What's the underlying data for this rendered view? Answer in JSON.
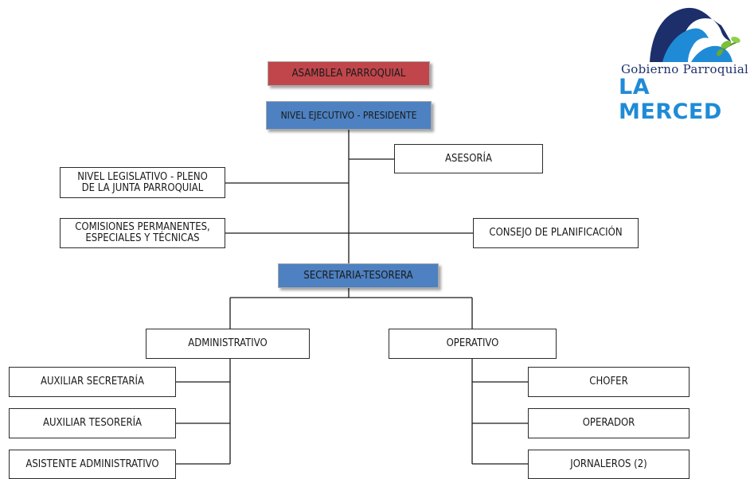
{
  "logo": {
    "line1": "Gobierno Parroquial",
    "line2": "LA MERCED",
    "colors": {
      "navy": "#1c2f6b",
      "blue": "#1f8bd6",
      "green": "#7bbf3a"
    }
  },
  "colors": {
    "assembly": "#c0464b",
    "executive": "#4d81c1",
    "line": "#1a1a1a"
  },
  "nodes": {
    "asamblea": "ASAMBLEA PARROQUIAL",
    "ejecutivo": "NIVEL EJECUTIVO - PRESIDENTE",
    "asesoria": "ASESORÍA",
    "legislativo": "NIVEL LEGISLATIVO - PLENO\nDE LA JUNTA PARROQUIAL",
    "comisiones": "COMISIONES PERMANENTES,\nESPECIALES Y TÉCNICAS",
    "consejo": "CONSEJO DE PLANIFICACIÓN",
    "secretaria": "SECRETARIA-TESORERA",
    "administrativo": "ADMINISTRATIVO",
    "operativo": "OPERATIVO",
    "aux_secretaria": "AUXILIAR SECRETARÍA",
    "aux_tesoreria": "AUXILIAR TESORERÍA",
    "asistente": "ASISTENTE ADMINISTRATIVO",
    "chofer": "CHOFER",
    "operador": "OPERADOR",
    "jornaleros": "JORNALEROS (2)"
  }
}
